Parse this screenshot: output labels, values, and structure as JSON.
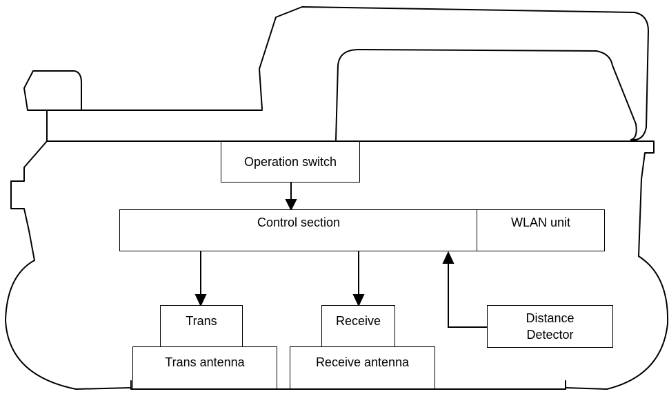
{
  "diagram": {
    "operation_switch": "Operation switch",
    "control_section": "Control section",
    "wlan_unit": "WLAN unit",
    "trans": "Trans",
    "receive": "Receive",
    "distance_detector_line1": "Distance",
    "distance_detector_line2": "Detector",
    "trans_antenna": "Trans antenna",
    "receive_antenna": "Receive antenna"
  },
  "colors": {
    "line": "#000000",
    "background": "#ffffff"
  }
}
